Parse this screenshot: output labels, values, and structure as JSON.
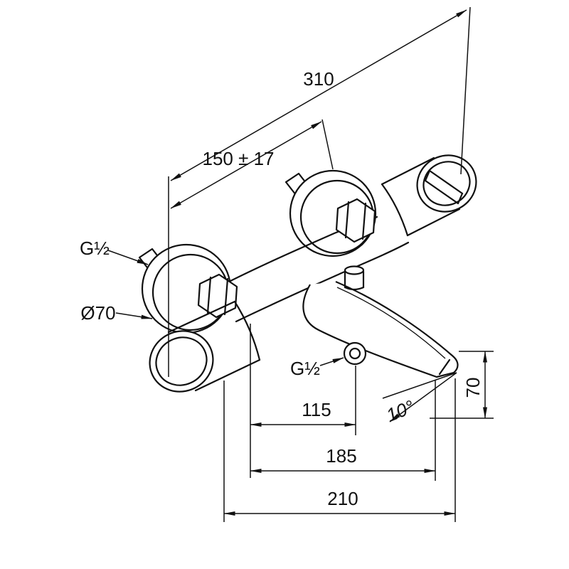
{
  "drawing": {
    "background": "#ffffff",
    "line_color": "#111111",
    "labels": {
      "length_total": "310",
      "hole_distance": "150 ± 17",
      "thread_left": "G½",
      "flange_diameter": "Ø70",
      "thread_bottom": "G½",
      "depth_outlet": "115",
      "spout_height": "70",
      "spout_angle": "10°",
      "depth_spout": "185",
      "depth_total": "210"
    }
  }
}
